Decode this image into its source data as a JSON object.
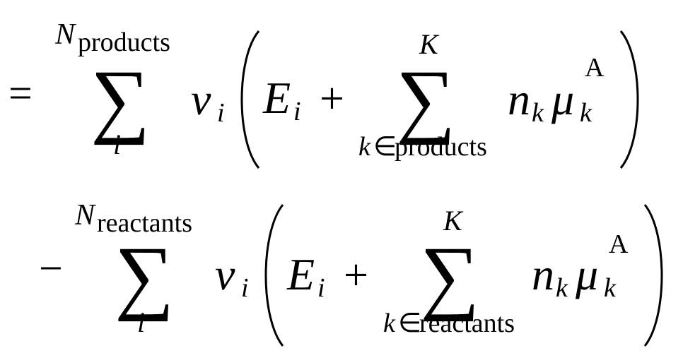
{
  "equation": {
    "line1": {
      "relation": "=",
      "upper_limit_symbol": "N",
      "upper_limit_subscript": "products",
      "sum_symbol": "∑",
      "lower_limit": "i",
      "coefficient": "ν",
      "coefficient_subscript": "i",
      "energy": "E",
      "energy_subscript": "i",
      "plus": "+",
      "inner_upper_limit": "K",
      "inner_sum_symbol": "∑",
      "inner_lower_var": "k",
      "inner_lower_in": "∈",
      "inner_lower_set": "products",
      "count": "n",
      "count_subscript": "k",
      "potential": "μ",
      "potential_subscript": "k",
      "potential_superscript": "A"
    },
    "line2": {
      "relation": "−",
      "upper_limit_symbol": "N",
      "upper_limit_subscript": "reactants",
      "sum_symbol": "∑",
      "lower_limit": "i",
      "coefficient": "ν",
      "coefficient_subscript": "i",
      "energy": "E",
      "energy_subscript": "i",
      "plus": "+",
      "inner_upper_limit": "K",
      "inner_sum_symbol": "∑",
      "inner_lower_var": "k",
      "inner_lower_in": "∈",
      "inner_lower_set": "reactants",
      "count": "n",
      "count_subscript": "k",
      "potential": "μ",
      "potential_subscript": "k",
      "potential_superscript": "A"
    }
  }
}
